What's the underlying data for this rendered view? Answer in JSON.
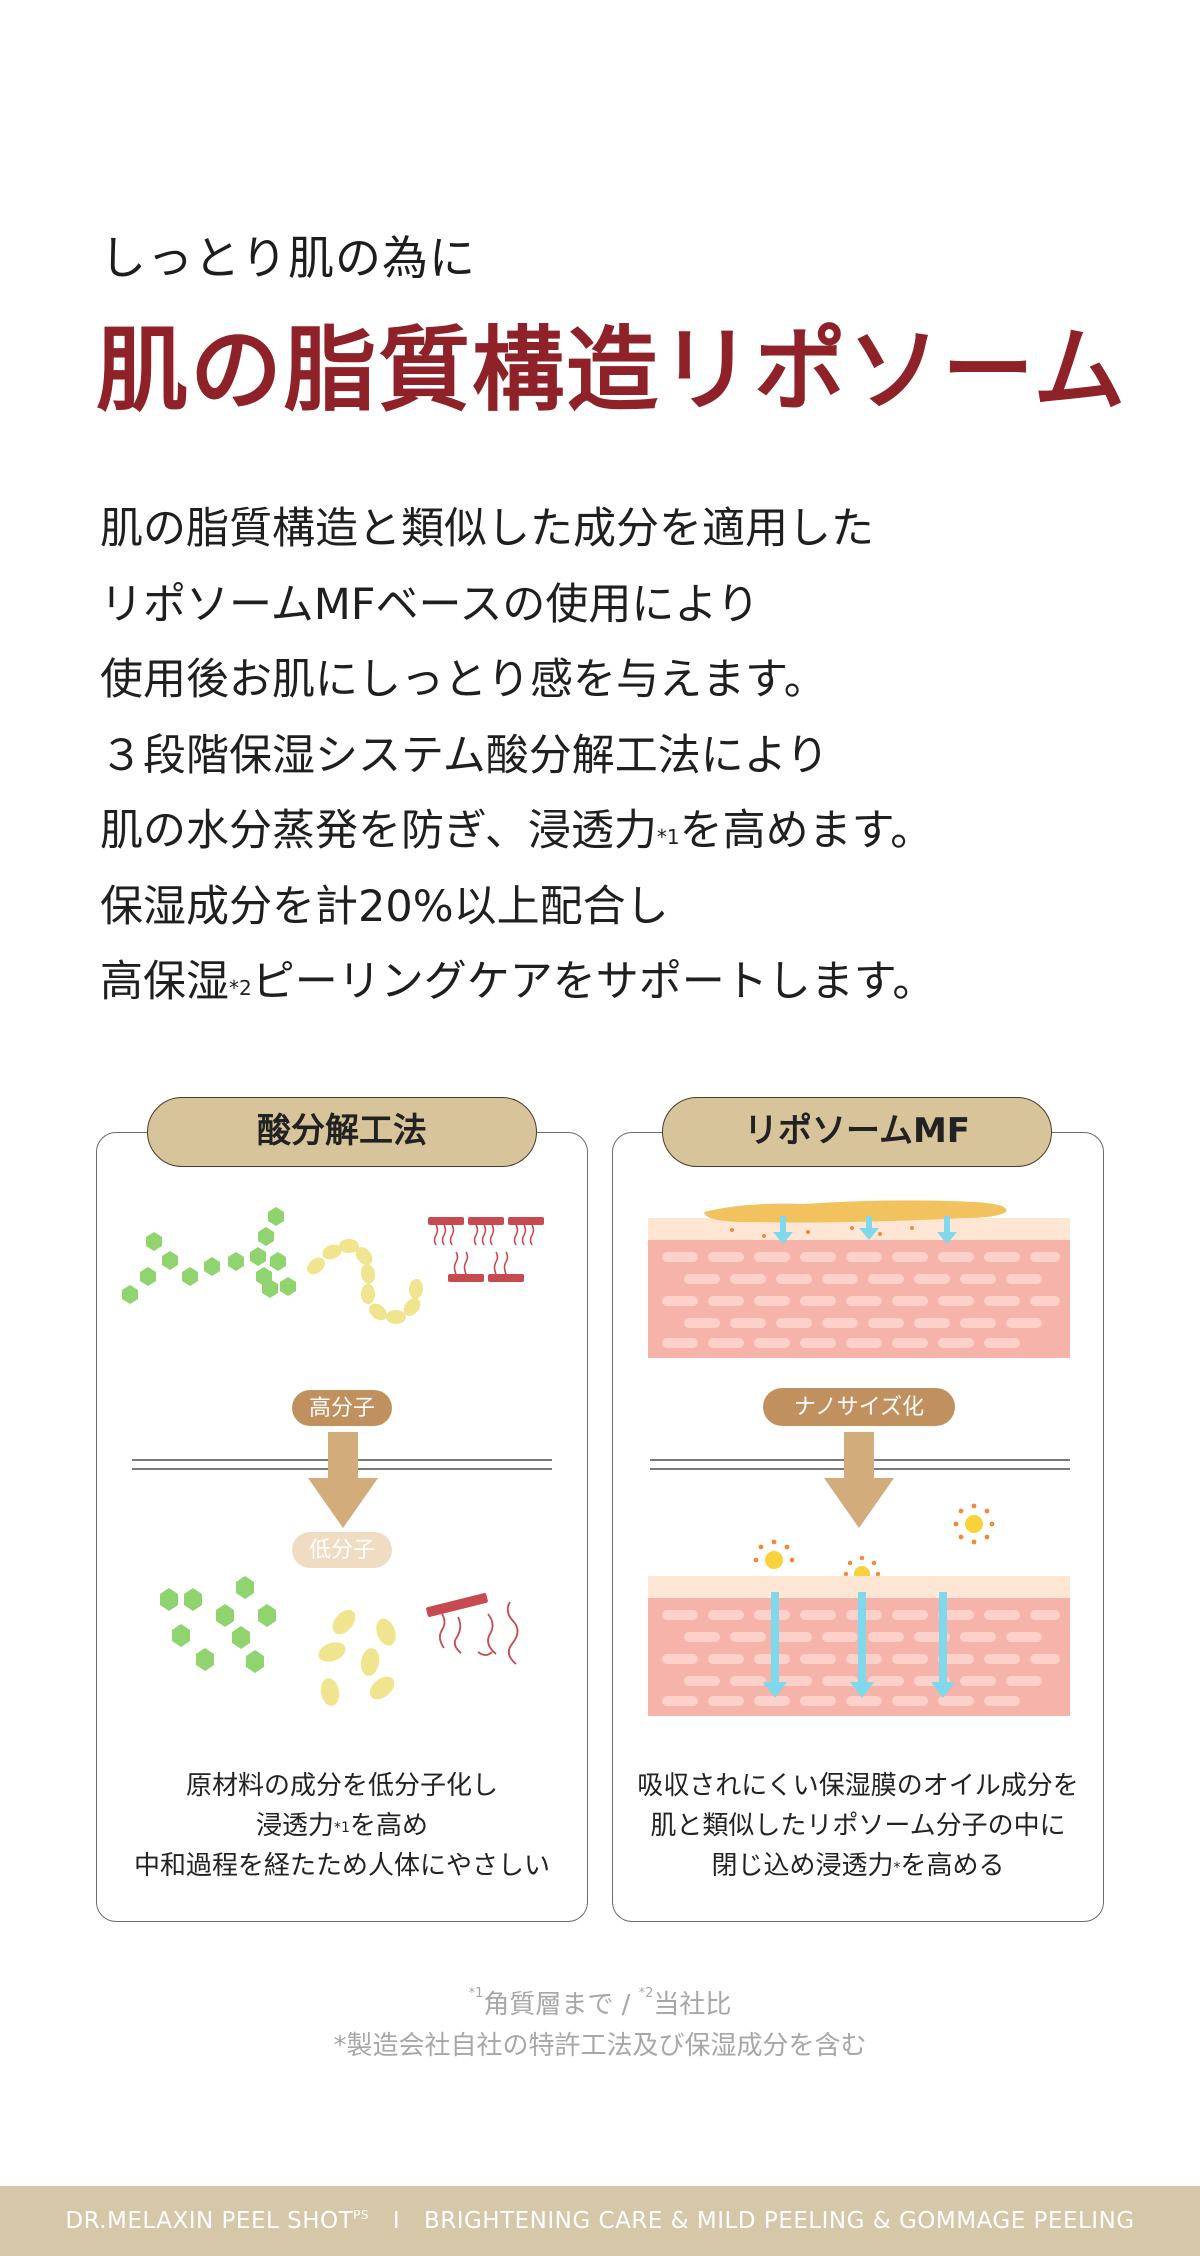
{
  "header": {
    "subtitle": "しっとり肌の為に",
    "title": "肌の脂質構造リポソーム"
  },
  "body": {
    "lines": [
      {
        "text": "肌の脂質構造と類似した成分を適用した"
      },
      {
        "text": "リポソームMFベースの使用により"
      },
      {
        "text": "使用後お肌にしっとり感を与えます。"
      },
      {
        "text": "３段階保湿システム酸分解工法により"
      },
      {
        "text": "肌の水分蒸発を防ぎ、浸透力",
        "sup": "*1",
        "after": "を高めます。"
      },
      {
        "text": "保湿成分を計20%以上配合し"
      },
      {
        "text": "高保湿",
        "sup": "*2",
        "after": "ピーリングケアをサポートします。"
      }
    ]
  },
  "cards": {
    "left": {
      "title": "酸分解工法",
      "label_top": "高分子",
      "label_bottom": "低分子",
      "caption_1": "原材料の成分を低分子化し",
      "caption_2a": "浸透力",
      "caption_2sup": "*1",
      "caption_2b": "を高め",
      "caption_3": "中和過程を経たため人体にやさしい"
    },
    "right": {
      "title": "リポソームMF",
      "label_top": "ナノサイズ化",
      "caption_1": "吸収されにくい保湿膜のオイル成分を",
      "caption_2": "肌と類似したリポソーム分子の中に",
      "caption_3a": "閉じ込め浸透力",
      "caption_3sup": "*",
      "caption_3b": "を高める"
    }
  },
  "footnotes": {
    "line1_sup1": "*1",
    "line1_a": "角質層まで / ",
    "line1_sup2": "*2",
    "line1_b": "当社比",
    "line2": "*製造会社自社の特許工法及び保湿成分を含む"
  },
  "footer": {
    "brand": "DR.MELAXIN PEEL SHOT",
    "brand_sup": "PS",
    "separator": "I",
    "tagline": "BRIGHTENING CARE & MILD PEELING & GOMMAGE PEELING"
  },
  "colors": {
    "title_red": "#8e2228",
    "pill_gold": "#d8c49a",
    "arrow_tan": "#c99e6c",
    "label_brown": "#c0915e",
    "green": "#8fd46f",
    "yellow": "#f1e48f",
    "lipid_red": "#c64a4f",
    "skin_pink": "#f6b3aa",
    "water_blue": "#7fd8ec",
    "footer_beige": "#d6c7a8"
  }
}
